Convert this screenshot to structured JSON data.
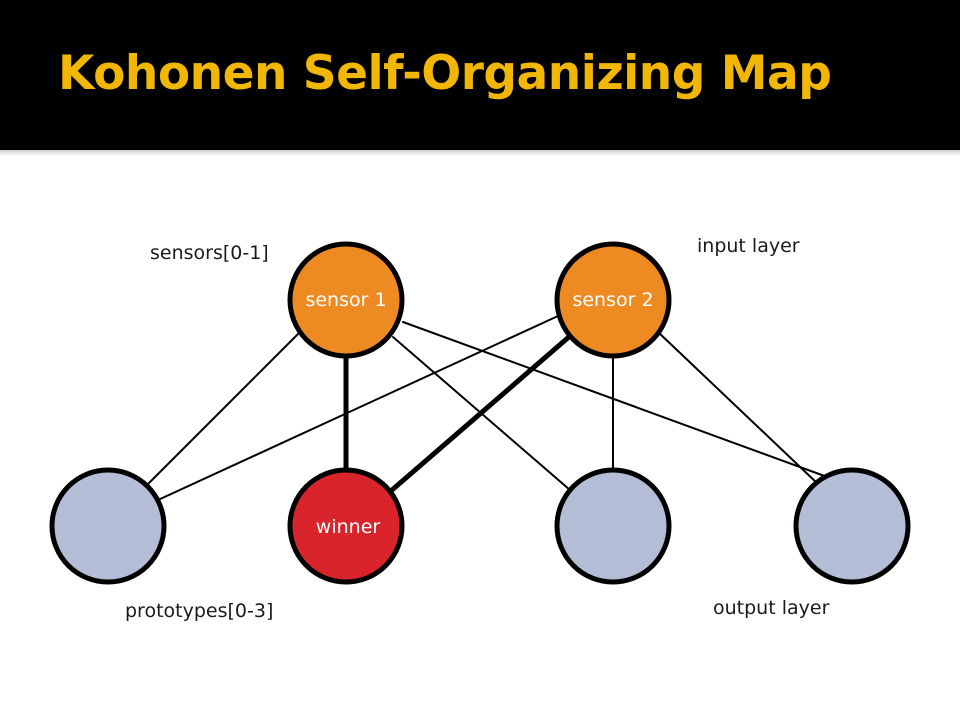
{
  "slide": {
    "title": "Kohonen Self-Organizing Map"
  },
  "diagram": {
    "labels": {
      "sensors": "sensors[0-1]",
      "input_layer": "input layer",
      "prototypes": "prototypes[0-3]",
      "output_layer": "output layer"
    },
    "input_nodes": [
      {
        "label": "sensor 1"
      },
      {
        "label": "sensor 2"
      }
    ],
    "output_nodes": [
      {
        "label": "",
        "winner": false
      },
      {
        "label": "winner",
        "winner": true
      },
      {
        "label": "",
        "winner": false
      },
      {
        "label": "",
        "winner": false
      }
    ],
    "colors": {
      "title": "#f2b705",
      "title_background": "#000000",
      "input_node": "#ee8a22",
      "winner_node": "#d9242b",
      "output_node": "#b3bdd6",
      "edge": "#000000"
    }
  }
}
